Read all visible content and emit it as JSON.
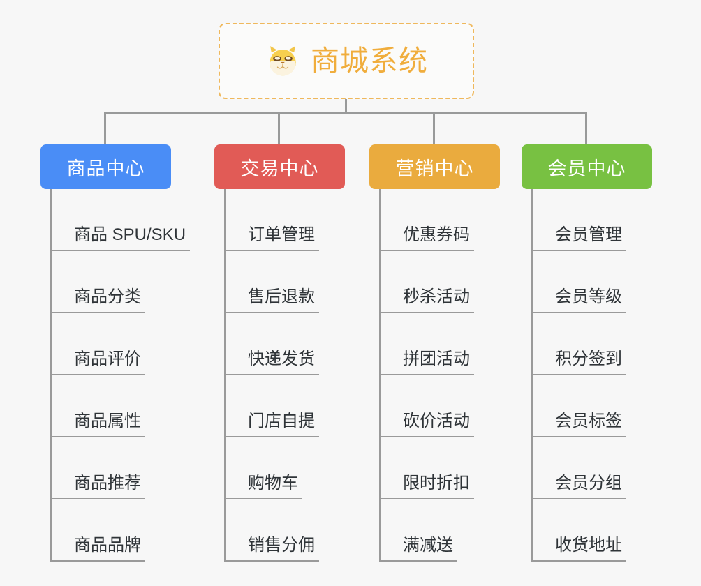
{
  "page": {
    "background_color": "#f7f7f7",
    "type": "mindmap"
  },
  "root": {
    "title": "商城系统",
    "icon": "shiba-dog-emoji",
    "text_color": "#f0ad3c",
    "border_color": "#efb85c",
    "border_style": "dashed"
  },
  "branches": [
    {
      "label": "商品中心",
      "color": "#4a8df6",
      "items": [
        "商品 SPU/SKU",
        "商品分类",
        "商品评价",
        "商品属性",
        "商品推荐",
        "商品品牌"
      ]
    },
    {
      "label": "交易中心",
      "color": "#e15b56",
      "items": [
        "订单管理",
        "售后退款",
        "快递发货",
        "门店自提",
        "购物车",
        "销售分佣"
      ]
    },
    {
      "label": "营销中心",
      "color": "#eaab3e",
      "items": [
        "优惠券码",
        "秒杀活动",
        "拼团活动",
        "砍价活动",
        "限时折扣",
        "满减送"
      ]
    },
    {
      "label": "会员中心",
      "color": "#78c142",
      "items": [
        "会员管理",
        "会员等级",
        "积分签到",
        "会员标签",
        "会员分组",
        "收货地址"
      ]
    }
  ]
}
